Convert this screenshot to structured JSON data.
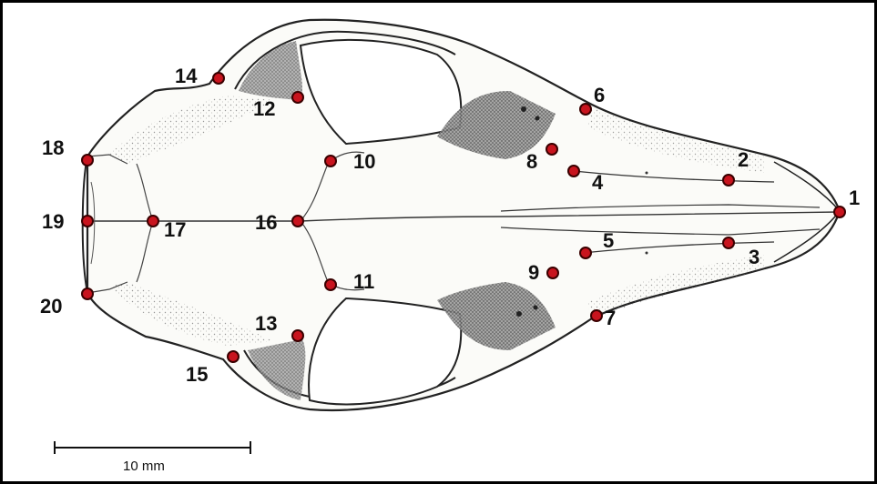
{
  "landmarks": [
    {
      "id": "1",
      "label": "1"
    },
    {
      "id": "2",
      "label": "2"
    },
    {
      "id": "3",
      "label": "3"
    },
    {
      "id": "4",
      "label": "4"
    },
    {
      "id": "5",
      "label": "5"
    },
    {
      "id": "6",
      "label": "6"
    },
    {
      "id": "7",
      "label": "7"
    },
    {
      "id": "8",
      "label": "8"
    },
    {
      "id": "9",
      "label": "9"
    },
    {
      "id": "10",
      "label": "10"
    },
    {
      "id": "11",
      "label": "11"
    },
    {
      "id": "12",
      "label": "12"
    },
    {
      "id": "13",
      "label": "13"
    },
    {
      "id": "14",
      "label": "14"
    },
    {
      "id": "15",
      "label": "15"
    },
    {
      "id": "16",
      "label": "16"
    },
    {
      "id": "17",
      "label": "17"
    },
    {
      "id": "18",
      "label": "18"
    },
    {
      "id": "19",
      "label": "19"
    },
    {
      "id": "20",
      "label": "20"
    }
  ],
  "scale_bar": {
    "label": "10 mm"
  },
  "colors": {
    "landmark_fill": "#c8141e",
    "landmark_stroke": "#3a0000",
    "bone_stroke": "#222222",
    "frame": "#000000"
  }
}
